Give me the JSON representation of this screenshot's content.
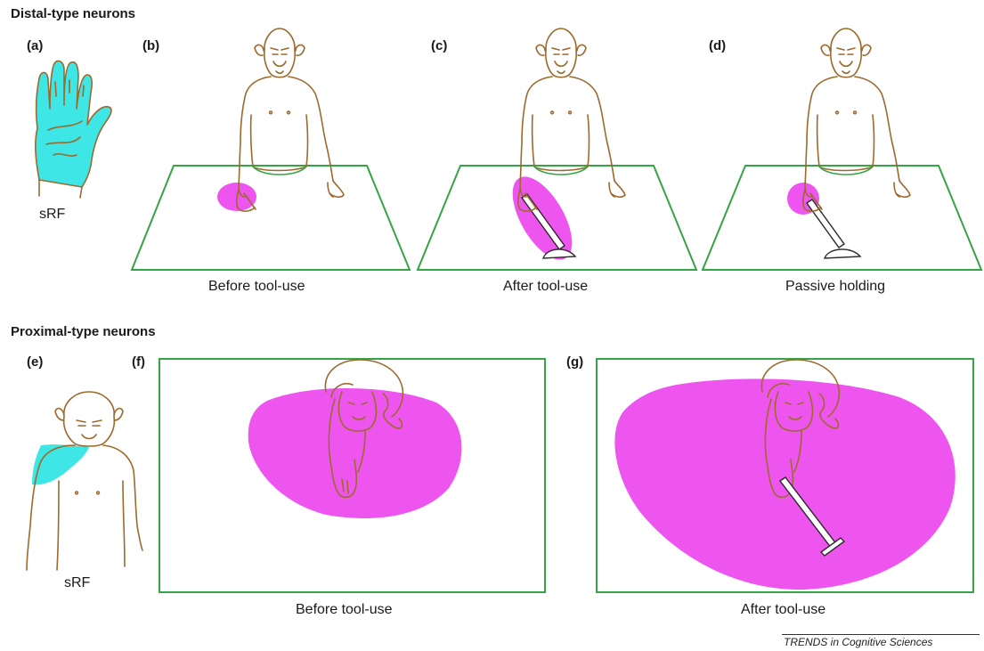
{
  "colors": {
    "field": "#ee55ee",
    "receptive_skin": "#3ee6e6",
    "table_green": "#35a445",
    "outline_brown": "#9c6a2c",
    "tool_dark": "#2b2b2b"
  },
  "sections": {
    "distal": "Distal-type neurons",
    "proximal": "Proximal-type neurons"
  },
  "panels": {
    "a": {
      "label": "(a)",
      "caption": "sRF"
    },
    "b": {
      "label": "(b)",
      "caption": "Before tool-use"
    },
    "c": {
      "label": "(c)",
      "caption": "After tool-use"
    },
    "d": {
      "label": "(d)",
      "caption": "Passive holding"
    },
    "e": {
      "label": "(e)",
      "caption": "sRF"
    },
    "f": {
      "label": "(f)",
      "caption": "Before tool-use"
    },
    "g": {
      "label": "(g)",
      "caption": "After tool-use"
    }
  },
  "credit": "TRENDS in Cognitive Sciences"
}
